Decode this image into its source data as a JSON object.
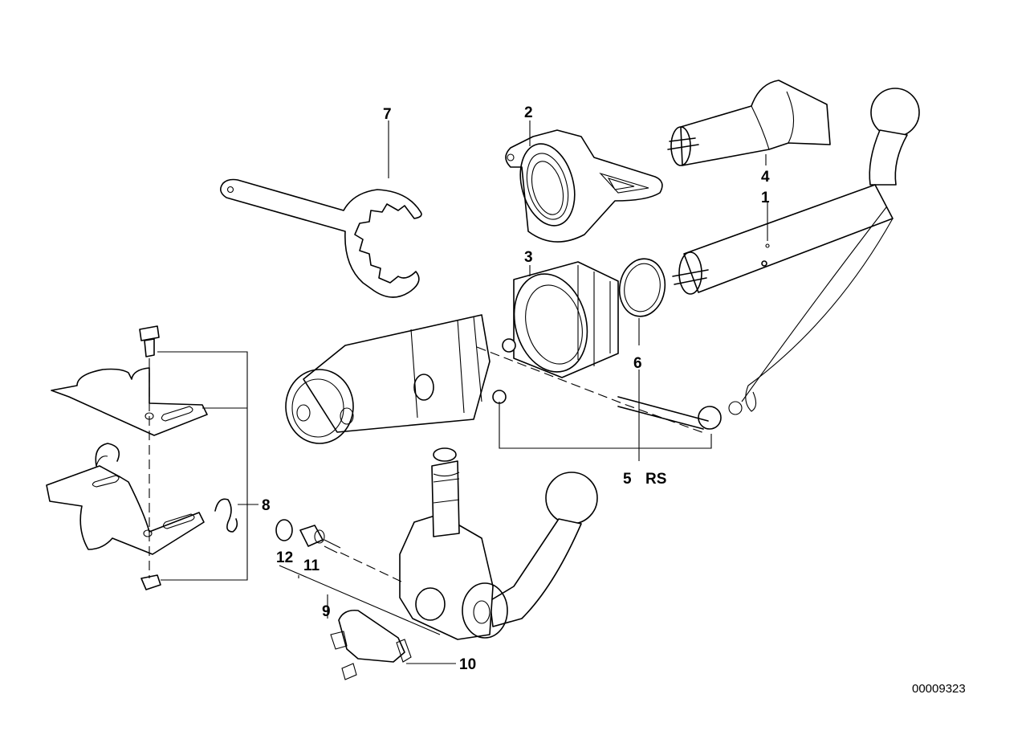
{
  "diagram": {
    "drawing_number": "00009323",
    "callouts": {
      "c1": "1",
      "c2": "2",
      "c3": "3",
      "c4": "4",
      "c5": "5",
      "c6": "6",
      "c7": "7",
      "c8": "8",
      "c9": "9",
      "c10": "10",
      "c11": "11",
      "c12": "12",
      "rs": "RS"
    }
  }
}
